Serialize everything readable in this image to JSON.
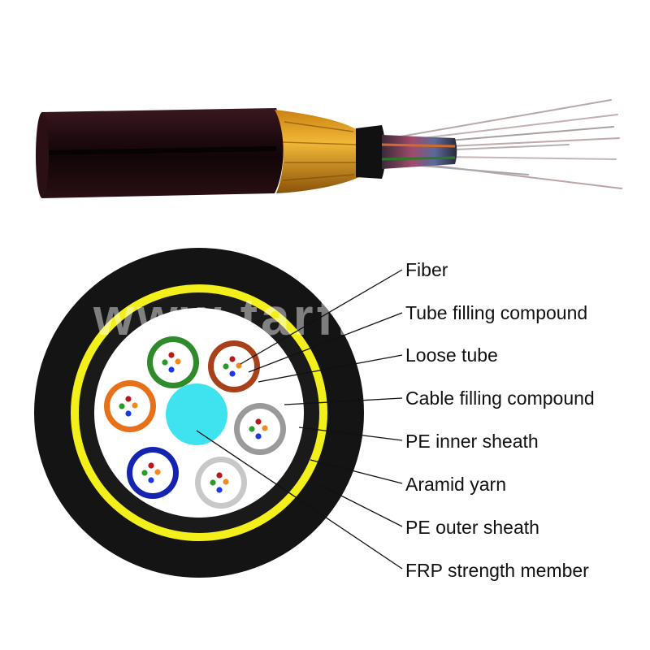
{
  "watermark": "www.tarfiy.com",
  "labels": [
    {
      "id": "fiber",
      "text": "Fiber"
    },
    {
      "id": "tube-filling-compound",
      "text": "Tube filling compound"
    },
    {
      "id": "loose-tube",
      "text": "Loose tube"
    },
    {
      "id": "cable-filling-compound",
      "text": "Cable filling compound"
    },
    {
      "id": "pe-inner-sheath",
      "text": "PE inner sheath"
    },
    {
      "id": "aramid-yarn",
      "text": "Aramid yarn"
    },
    {
      "id": "pe-outer-sheath",
      "text": "PE outer sheath"
    },
    {
      "id": "frp-strength-member",
      "text": "FRP strength member"
    }
  ],
  "colors": {
    "outer_sheath": "#141414",
    "aramid": "#f2ef1a",
    "inner_sheath": "#1a1a1a",
    "core_fill": "#ffffff",
    "frp": "#3fe3f0",
    "cable_jacket": "#2a0f14",
    "yarn": "#e3a21c"
  },
  "loose_tubes": [
    {
      "name": "green-tube",
      "color": "#2f8a2a"
    },
    {
      "name": "brown-tube",
      "color": "#a8401a"
    },
    {
      "name": "gray-tube",
      "color": "#9a9a9a"
    },
    {
      "name": "white-tube",
      "color": "#c8c8c8"
    },
    {
      "name": "blue-tube",
      "color": "#1424b0"
    },
    {
      "name": "orange-tube",
      "color": "#e87018"
    }
  ],
  "fiber_colors": [
    "#b81818",
    "#2a9a2a",
    "#f08a20",
    "#1a3ae0"
  ]
}
